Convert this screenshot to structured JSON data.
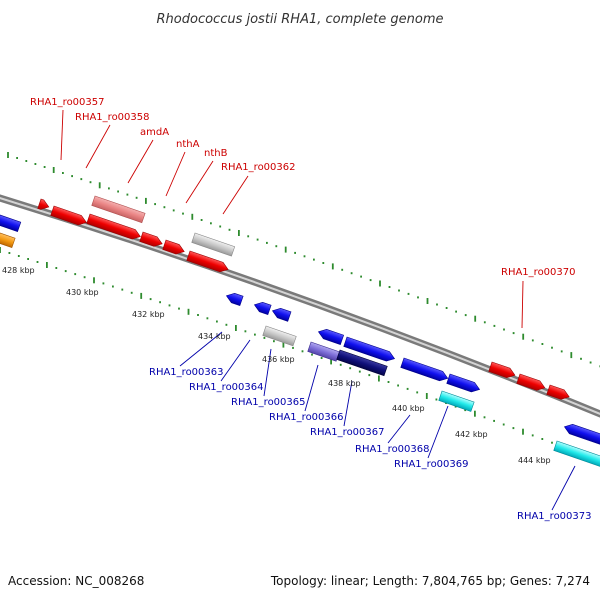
{
  "title": "Rhodococcus jostii RHA1, complete genome",
  "footer": {
    "accession": "Accession: NC_008268",
    "summary": "Topology: linear; Length: 7,804,765 bp; Genes: 7,274"
  },
  "colors": {
    "backbone": "#8a8a8a",
    "ticks": "#2e8b2e",
    "forward_label": "#cc0000",
    "reverse_label": "#0000aa"
  },
  "axis_labels": [
    "428 kbp",
    "430 kbp",
    "432 kbp",
    "434 kbp",
    "436 kbp",
    "438 kbp",
    "440 kbp",
    "442 kbp",
    "444 kbp"
  ],
  "forward_labels": [
    {
      "text": "RHA1_ro00357"
    },
    {
      "text": "RHA1_ro00358"
    },
    {
      "text": "amdA"
    },
    {
      "text": "nthA"
    },
    {
      "text": "nthB"
    },
    {
      "text": "RHA1_ro00362"
    },
    {
      "text": "RHA1_ro00370"
    }
  ],
  "reverse_labels": [
    {
      "text": "RHA1_ro00363"
    },
    {
      "text": "RHA1_ro00364"
    },
    {
      "text": "RHA1_ro00365"
    },
    {
      "text": "RHA1_ro00366"
    },
    {
      "text": "RHA1_ro00367"
    },
    {
      "text": "RHA1_ro00368"
    },
    {
      "text": "RHA1_ro00369"
    },
    {
      "text": "RHA1_ro00373"
    }
  ],
  "gene_colors": [
    "red",
    "light-red",
    "grey",
    "blue",
    "slate-blue",
    "navy",
    "cyan",
    "orange"
  ]
}
